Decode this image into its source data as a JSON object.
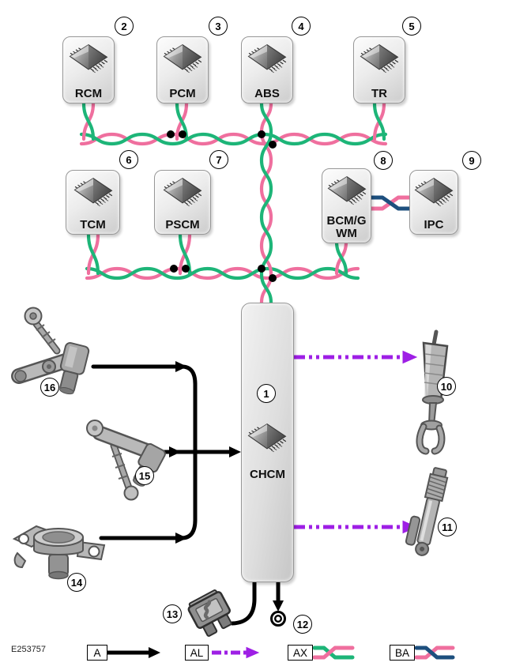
{
  "figure_id": "E253757",
  "main_module": {
    "label": "CHCM"
  },
  "modules": [
    {
      "label": "RCM"
    },
    {
      "label": "PCM"
    },
    {
      "label": "ABS"
    },
    {
      "label": "TR"
    },
    {
      "label": "TCM"
    },
    {
      "label": "PSCM"
    },
    {
      "label": "BCM/GWM"
    },
    {
      "label": "IPC"
    }
  ],
  "callouts": {
    "1": "1",
    "2": "2",
    "3": "3",
    "4": "4",
    "5": "5",
    "6": "6",
    "7": "7",
    "8": "8",
    "9": "9",
    "10": "10",
    "11": "11",
    "12": "12",
    "13": "13",
    "14": "14",
    "15": "15",
    "16": "16"
  },
  "components": [
    {
      "callout": "10",
      "icon": "front-shock-absorber-illustration"
    },
    {
      "callout": "11",
      "icon": "rear-shock-absorber-illustration"
    },
    {
      "callout": "12",
      "icon": "ground-ring-terminal-icon"
    },
    {
      "callout": "13",
      "icon": "fuse-icon"
    },
    {
      "callout": "14",
      "icon": "suspension-mount-illustration"
    },
    {
      "callout": "15",
      "icon": "ride-height-sensor-rear-illustration"
    },
    {
      "callout": "16",
      "icon": "ride-height-sensor-front-illustration"
    }
  ],
  "legend": {
    "items": [
      {
        "code": "A",
        "icon": "solid-black-arrow"
      },
      {
        "code": "AL",
        "icon": "purple-dash-dot-arrow"
      },
      {
        "code": "AX",
        "icon": "green-pink-twisted-pair"
      },
      {
        "code": "BA",
        "icon": "blue-pink-twisted-pair"
      }
    ]
  },
  "colors": {
    "bus_green": "#1db578",
    "bus_pink": "#ef6f9e",
    "lin_purple": "#9e1fe5",
    "can_blue": "#1d4f7e",
    "line_black": "#000000"
  }
}
